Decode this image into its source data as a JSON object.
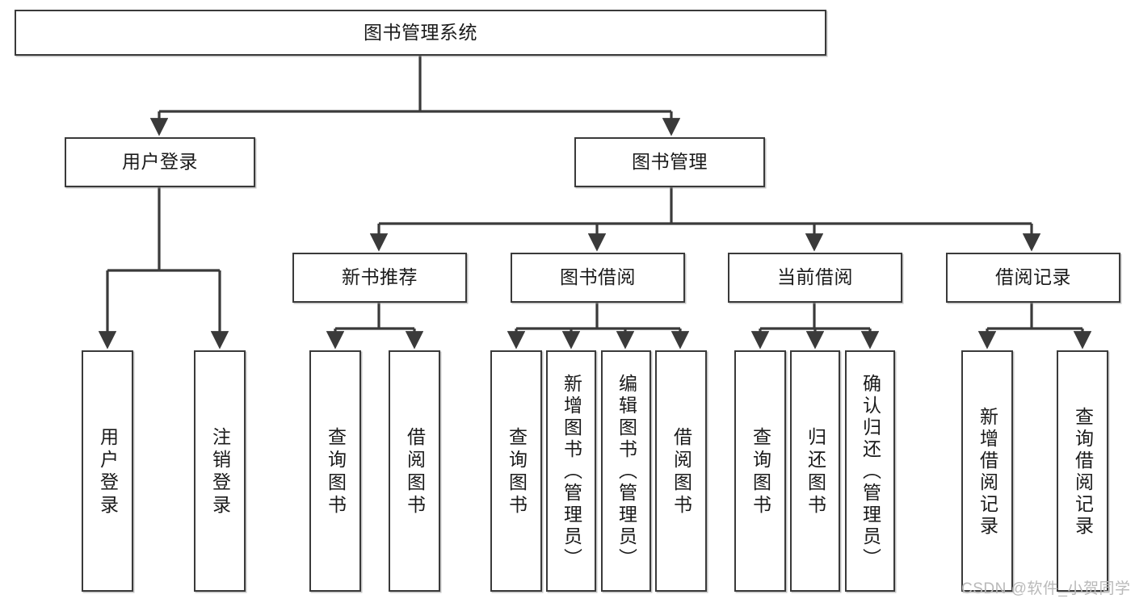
{
  "diagram": {
    "type": "tree-hierarchy",
    "title": "图书管理系统",
    "watermark": "CSDN @软件_小贺同学",
    "colors": {
      "box_border": "#3a3a3a",
      "box_fill": "#ffffff",
      "connector": "#3a3a3a",
      "text": "#1a1a1a",
      "watermark": "#b9b9b9"
    },
    "nodes": {
      "root": {
        "label": "图书管理系统",
        "level": 0
      },
      "l1": [
        {
          "id": "user-login",
          "label": "用户登录",
          "level": 1
        },
        {
          "id": "book-manage",
          "label": "图书管理",
          "level": 1
        }
      ],
      "l2": [
        {
          "id": "new-book-recommend",
          "label": "新书推荐",
          "level": 2,
          "parent": "book-manage"
        },
        {
          "id": "book-borrow",
          "label": "图书借阅",
          "level": 2,
          "parent": "book-manage"
        },
        {
          "id": "current-borrow",
          "label": "当前借阅",
          "level": 2,
          "parent": "book-manage"
        },
        {
          "id": "borrow-record",
          "label": "借阅记录",
          "level": 2,
          "parent": "book-manage"
        }
      ],
      "leaves": [
        {
          "id": "leaf-user-login",
          "label": "用户登录",
          "parent": "user-login"
        },
        {
          "id": "leaf-user-logout",
          "label": "注销登录",
          "parent": "user-login"
        },
        {
          "id": "leaf-query-book-1",
          "label": "查询图书",
          "parent": "new-book-recommend"
        },
        {
          "id": "leaf-borrow-book-1",
          "label": "借阅图书",
          "parent": "new-book-recommend"
        },
        {
          "id": "leaf-query-book-2",
          "label": "查询图书",
          "parent": "book-borrow"
        },
        {
          "id": "leaf-add-book",
          "label": "新增图书（管理员）",
          "parent": "book-borrow"
        },
        {
          "id": "leaf-edit-book",
          "label": "编辑图书（管理员）",
          "parent": "book-borrow"
        },
        {
          "id": "leaf-borrow-book-2",
          "label": "借阅图书",
          "parent": "book-borrow"
        },
        {
          "id": "leaf-query-book-3",
          "label": "查询图书",
          "parent": "current-borrow"
        },
        {
          "id": "leaf-return-book",
          "label": "归还图书",
          "parent": "current-borrow"
        },
        {
          "id": "leaf-confirm-return",
          "label": "确认归还（管理员）",
          "parent": "current-borrow"
        },
        {
          "id": "leaf-add-record",
          "label": "新增借阅记录",
          "parent": "borrow-record"
        },
        {
          "id": "leaf-query-record",
          "label": "查询借阅记录",
          "parent": "borrow-record"
        }
      ]
    }
  }
}
